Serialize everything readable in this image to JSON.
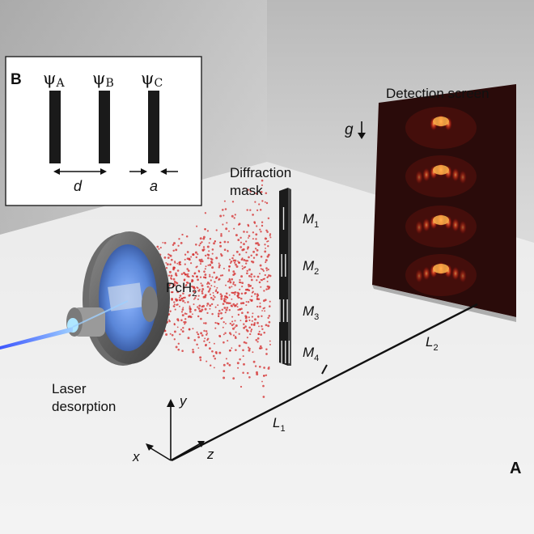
{
  "panel_labels": {
    "inset": "B",
    "main": "A"
  },
  "inset": {
    "slit_labels": [
      {
        "psi": "ψ",
        "sub": "A"
      },
      {
        "psi": "ψ",
        "sub": "B"
      },
      {
        "psi": "ψ",
        "sub": "C"
      }
    ],
    "d_label": "d",
    "a_label": "a"
  },
  "labels": {
    "detection_screen": "Detection screen",
    "gravity": "g",
    "diffraction_line1": "Diffraction",
    "diffraction_line2": "mask",
    "molecule": "PcH",
    "molecule_sub": "2",
    "laser_line1": "Laser",
    "laser_line2": "desorption",
    "L1": "L",
    "L1_sub": "1",
    "L2": "L",
    "L2_sub": "2",
    "axis_x": "x",
    "axis_y": "y",
    "axis_z": "z"
  },
  "masks": [
    {
      "m": "M",
      "sub": "1",
      "slits": 1
    },
    {
      "m": "M",
      "sub": "2",
      "slits": 2
    },
    {
      "m": "M",
      "sub": "3",
      "slits": 3
    },
    {
      "m": "M",
      "sub": "4",
      "slits": 4
    }
  ],
  "colors": {
    "laser_beam": "#2a46ff",
    "molecules": "#d42a2a",
    "screen_bg": "#2a0b0a",
    "fringe": "#ff4a30"
  }
}
